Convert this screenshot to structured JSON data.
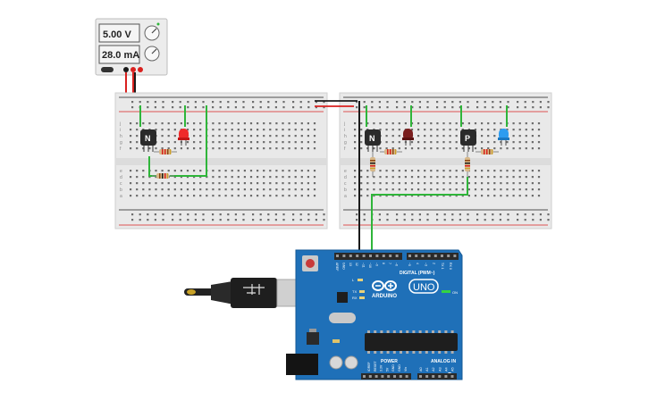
{
  "power_supply": {
    "voltage": "5.00 V",
    "current": "28.0 mA",
    "terminal_plus": "+",
    "terminal_minus": "-"
  },
  "breadboard_left": {
    "row_labels_top": [
      "j",
      "i",
      "h",
      "g",
      "f"
    ],
    "row_labels_bottom": [
      "e",
      "d",
      "c",
      "b",
      "a"
    ]
  },
  "breadboard_right": {
    "row_labels_top": [
      "j",
      "i",
      "h",
      "g",
      "f"
    ],
    "row_labels_bottom": [
      "e",
      "d",
      "c",
      "b",
      "a"
    ]
  },
  "components": {
    "left_transistor_label": "N",
    "right_transistor_n_label": "N",
    "right_transistor_p_label": "P"
  },
  "arduino": {
    "digital_label": "DIGITAL (PWM~)",
    "uno_label": "UNO",
    "brand_label": "ARDUINO",
    "power_label": "POWER",
    "analog_label": "ANALOG IN",
    "on_label": "ON",
    "tx_label": "TX",
    "rx_label": "RX",
    "l_label": "L",
    "top_pin_labels": [
      "AREF",
      "GND",
      "13",
      "12",
      "~11",
      "~10",
      "~9",
      "8",
      "7",
      "~6",
      "~5",
      "4",
      "~3",
      "2",
      "TX 1",
      "RX 0"
    ],
    "power_pin_labels": [
      "IOREF",
      "RESET",
      "3.3V",
      "5V",
      "GND",
      "GND",
      "Vin"
    ],
    "analog_pin_labels": [
      "A0",
      "A1",
      "A2",
      "A3",
      "A4",
      "A5"
    ]
  },
  "colors": {
    "wire_red": "#d9211f",
    "wire_black": "#1a1a1a",
    "wire_green": "#2fb53a",
    "led_red_on": "#ef2a2a",
    "led_red_off": "#7a1d1d",
    "led_blue": "#2d9cf0",
    "arduino_blue": "#1f70b8",
    "breadboard": "#e9e9e9"
  }
}
